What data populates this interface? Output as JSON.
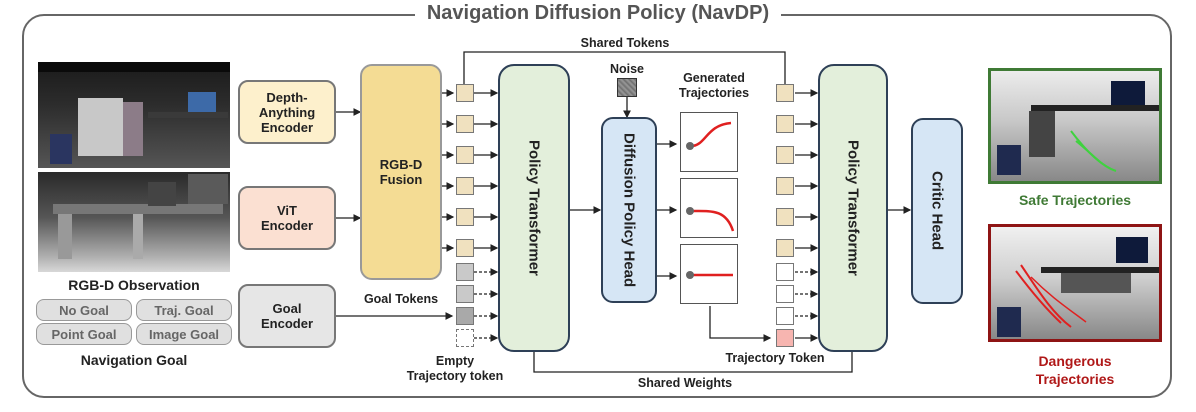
{
  "title": "Navigation Diffusion Policy (NavDP)",
  "encoders": {
    "depth": "Depth-\nAnything\nEncoder",
    "vit": "ViT\nEncoder",
    "goal": "Goal\nEncoder"
  },
  "fusion": "RGB-D\nFusion",
  "policy_transformer_left": "Policy Transformer",
  "policy_transformer_right": "Policy Transformer",
  "diffusion_head": "Diffusion Policy Head",
  "critic_head": "Critic Head",
  "labels": {
    "shared_tokens": "Shared Tokens",
    "shared_weights": "Shared Weights",
    "goal_tokens": "Goal Tokens",
    "empty_traj": "Empty\nTrajectory token",
    "traj_token": "Trajectory Token",
    "noise": "Noise",
    "generated": "Generated\nTrajectories",
    "rgbd_obs": "RGB-D Observation",
    "nav_goal": "Navigation Goal",
    "safe": "Safe Trajectories",
    "dangerous": "Dangerous\nTrajectories"
  },
  "goals": [
    "No Goal",
    "Traj. Goal",
    "Point Goal",
    "Image Goal"
  ],
  "colors": {
    "safe": "#3f7a35",
    "dangerous": "#b01818",
    "trajectory": "#e02020"
  }
}
